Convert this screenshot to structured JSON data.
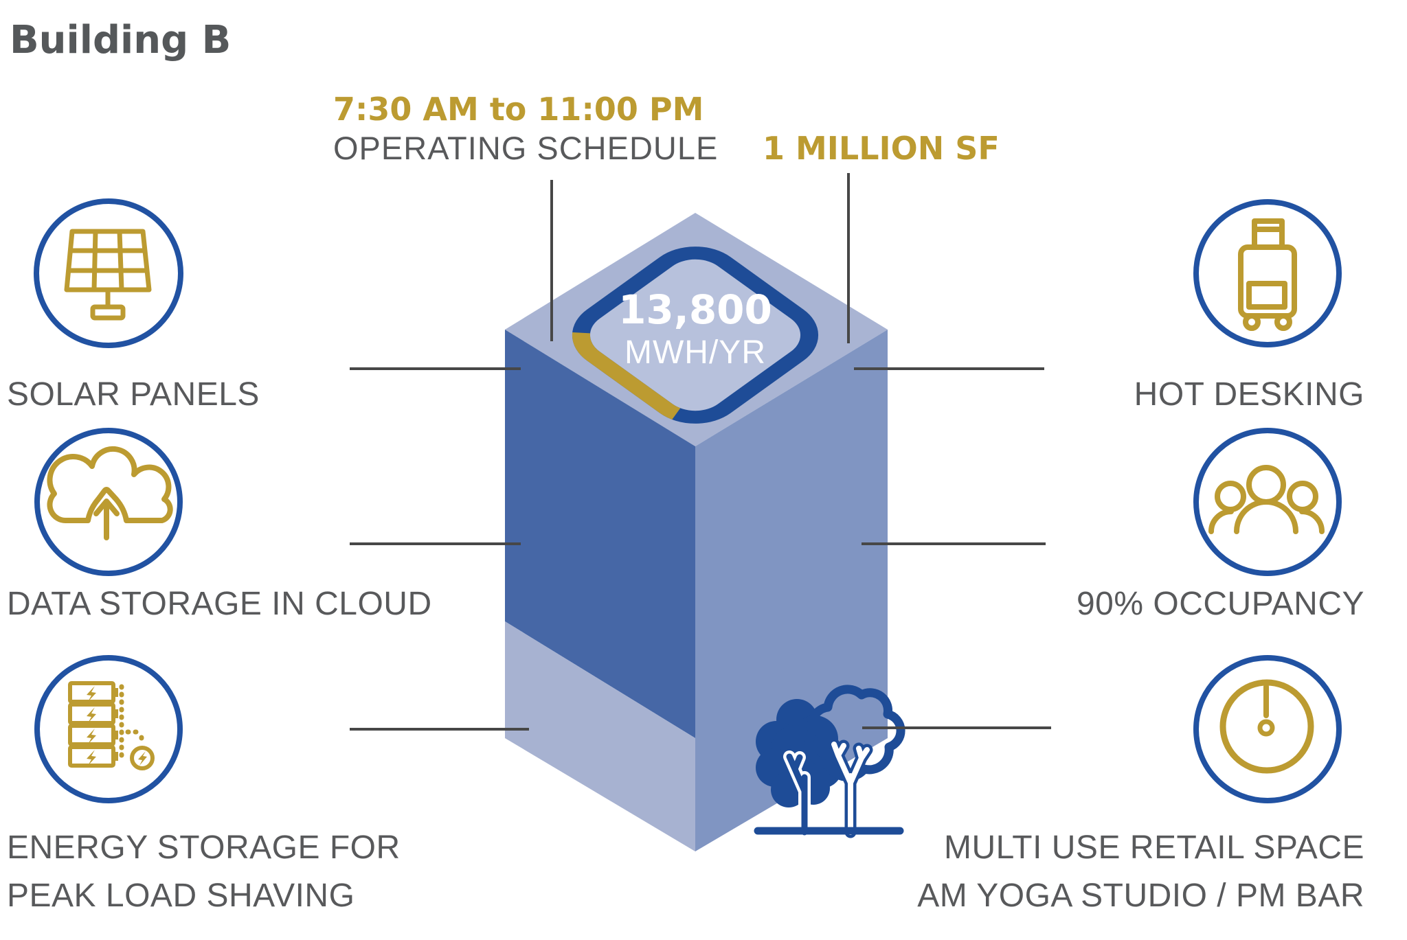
{
  "title": "Building B",
  "top": {
    "schedule_time": "7:30 AM to 11:00 PM",
    "schedule_label": "OPERATING SCHEDULE",
    "size_label": "1 MILLION SF"
  },
  "building": {
    "energy_value": "13,800",
    "energy_unit": "MWH/YR"
  },
  "callouts": {
    "left": [
      {
        "icon": "solar-panel-icon",
        "label": "SOLAR PANELS"
      },
      {
        "icon": "cloud-upload-icon",
        "label": "DATA STORAGE IN CLOUD"
      },
      {
        "icon": "battery-storage-icon",
        "label": "ENERGY STORAGE FOR\nPEAK LOAD SHAVING"
      }
    ],
    "right": [
      {
        "icon": "luggage-icon",
        "label": "HOT DESKING"
      },
      {
        "icon": "people-icon",
        "label": "90% OCCUPANCY"
      },
      {
        "icon": "clock-icon",
        "label": "MULTI USE RETAIL SPACE\nAM YOGA STUDIO / PM BAR"
      }
    ]
  },
  "colors": {
    "gold": "#BC9B31",
    "circle_blue": "#2152A2",
    "dark_blue": "#1E4C97",
    "roof": "#A9B4D3",
    "roof_inner": "#B7C1DC",
    "face_left_dark": "#4667A6",
    "face_left_light": "#A7B2D1",
    "face_right": "#8095C2",
    "text_gray": "#58595B",
    "line_gray": "#474747"
  }
}
